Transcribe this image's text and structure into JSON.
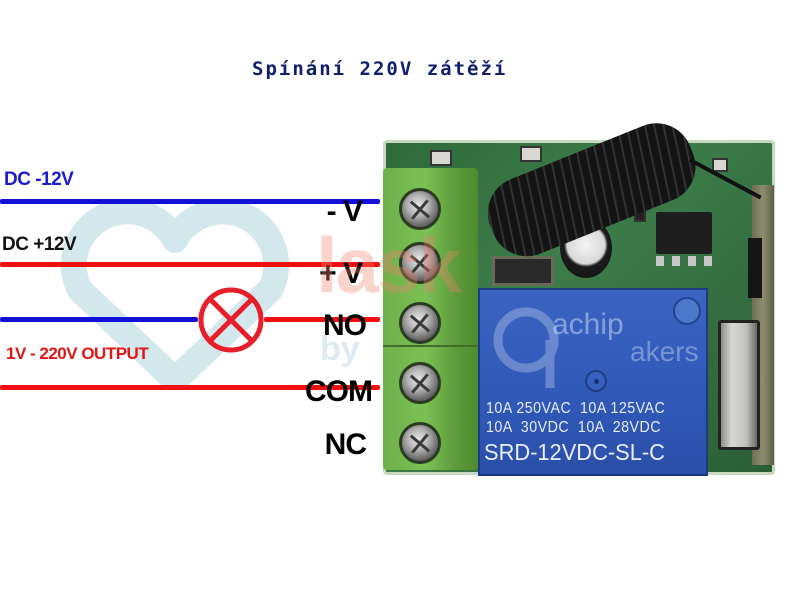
{
  "title": "Spínání 220V zátěží",
  "colors": {
    "negative_wire": "#1010d8",
    "positive_wire": "#f01010",
    "title_color": "#0f1f6b",
    "relay_blue": "#2f58b8",
    "terminal_green": "#7cc055"
  },
  "wires": {
    "dc_negative": {
      "label": "DC -12V",
      "color": "blue",
      "terminal": "-V"
    },
    "dc_positive": {
      "label": "DC +12V",
      "color": "red",
      "terminal": "+V"
    },
    "load_in": {
      "color": "blue",
      "via": "lamp-icon",
      "terminal": "NO"
    },
    "load_out": {
      "color": "red",
      "terminal": "COM"
    },
    "output_label": "1V - 220V OUTPUT"
  },
  "terminals": [
    {
      "label": "- V"
    },
    {
      "label": "+ V"
    },
    {
      "label": "NO"
    },
    {
      "label": "COM"
    },
    {
      "label": "NC"
    }
  ],
  "relay": {
    "rating_line_1": "10A 250VAC  10A 125VAC",
    "rating_line_2": "10A  30VDC  10A  28VDC",
    "model": "SRD-12VDC-SL-C"
  },
  "watermarks": {
    "laska": "lask",
    "by": "by",
    "achip": "achip",
    "makers": "akers"
  }
}
